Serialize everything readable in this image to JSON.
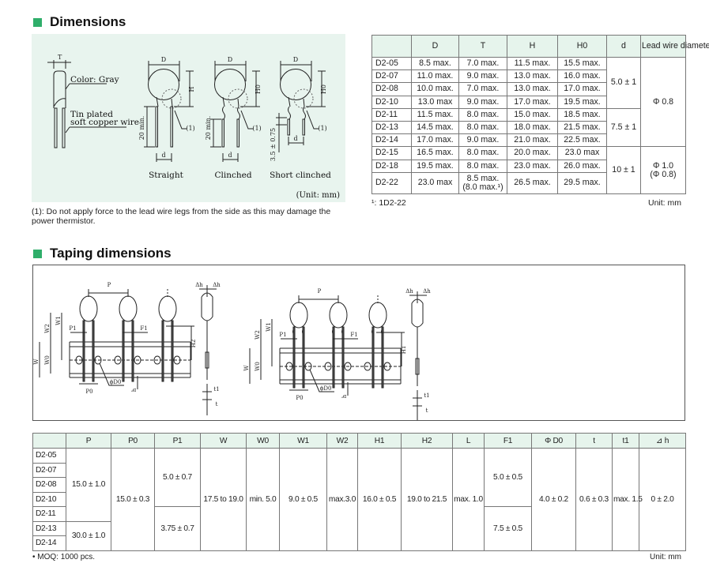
{
  "dimensions": {
    "title": "Dimensions",
    "diagram": {
      "labels": {
        "T": "T",
        "D": "D",
        "H": "H",
        "H0": "H0",
        "d": "d",
        "twenty_min": "20 min.",
        "short_len": "3.5 ± 0.75",
        "note_ref": "(1)"
      },
      "color_label": "Color: Gray",
      "wire_label_1": "Tin plated",
      "wire_label_2": "soft copper wire",
      "variants": [
        "Straight",
        "Clinched",
        "Short clinched"
      ],
      "unit": "(Unit: mm)"
    },
    "note": "(1): Do not apply force to the lead wire legs from the side as this may damage the power thermistor.",
    "table": {
      "headers": [
        "",
        "D",
        "T",
        "H",
        "H0",
        "d",
        "Lead wire diameter"
      ],
      "rows": [
        {
          "model": "D2-05",
          "D": "8.5 max.",
          "T": "7.0 max.",
          "H": "11.5 max.",
          "H0": "15.5 max."
        },
        {
          "model": "D2-07",
          "D": "11.0 max.",
          "T": "9.0 max.",
          "H": "13.0 max.",
          "H0": "16.0 max."
        },
        {
          "model": "D2-08",
          "D": "10.0 max.",
          "T": "7.0 max.",
          "H": "13.0 max.",
          "H0": "17.0 max."
        },
        {
          "model": "D2-10",
          "D": "13.0 max",
          "T": "9.0 max.",
          "H": "17.0 max.",
          "H0": "19.5 max."
        },
        {
          "model": "D2-11",
          "D": "11.5 max.",
          "T": "8.0 max.",
          "H": "15.0 max.",
          "H0": "18.5 max."
        },
        {
          "model": "D2-13",
          "D": "14.5 max.",
          "T": "8.0 max.",
          "H": "18.0 max.",
          "H0": "21.5 max."
        },
        {
          "model": "D2-14",
          "D": "17.0 max.",
          "T": "9.0 max.",
          "H": "21.0 max.",
          "H0": "22.5 max."
        },
        {
          "model": "D2-15",
          "D": "16.5 max.",
          "T": "8.0 max.",
          "H": "20.0 max.",
          "H0": "23.0 max"
        },
        {
          "model": "D2-18",
          "D": "19.5 max.",
          "T": "8.0 max.",
          "H": "23.0 max.",
          "H0": "26.0 max."
        },
        {
          "model": "D2-22",
          "D": "23.0 max",
          "T": "8.5 max.",
          "T_alt": "(8.0 max.¹)",
          "H": "26.5 max.",
          "H0": "29.5 max."
        }
      ],
      "d_groups": [
        "5.0 ± 1",
        "7.5 ± 1",
        "10 ± 1"
      ],
      "lead_groups": [
        [
          "Φ 0.8"
        ],
        [
          "Φ 1.0",
          "(Φ 0.8)"
        ]
      ],
      "footnote": "¹: 1D2-22",
      "unit": "Unit: mm"
    }
  },
  "taping": {
    "title": "Taping dimensions",
    "diagram": {
      "labels": {
        "P": "P",
        "P0": "P0",
        "P1": "P1",
        "F1": "F1",
        "W": "W",
        "W0": "W0",
        "W1": "W1",
        "W2": "W2",
        "D0": "ϕD0",
        "h": "h",
        "dh": "Δh",
        "t": "t",
        "t1": "t1"
      },
      "height_labels": [
        "H2",
        "H1"
      ]
    },
    "table": {
      "headers": [
        "",
        "P",
        "P0",
        "P1",
        "W",
        "W0",
        "W1",
        "W2",
        "H1",
        "H2",
        "L",
        "F1",
        "Φ D0",
        "t",
        "t1",
        "⊿ h"
      ],
      "models": [
        "D2-05",
        "D2-07",
        "D2-08",
        "D2-10",
        "D2-11",
        "D2-13",
        "D2-14"
      ],
      "P": [
        "15.0 ± 1.0",
        "30.0 ± 1.0"
      ],
      "P0": "15.0 ± 0.3",
      "P1": [
        "5.0 ± 0.7",
        "3.75 ± 0.7"
      ],
      "W": "17.5 to 19.0",
      "W0": "min. 5.0",
      "W1": "9.0 ± 0.5",
      "W2": "max.3.0",
      "H1": "16.0 ± 0.5",
      "H2": "19.0 to 21.5",
      "L": "max. 1.0",
      "F1": [
        "5.0 ± 0.5",
        "7.5 ± 0.5"
      ],
      "D0": "4.0 ± 0.2",
      "t": "0.6 ± 0.3",
      "t1": "max. 1.5",
      "dh": "0 ± 2.0"
    },
    "moq": "• MOQ: 1000 pcs.",
    "unit": "Unit: mm"
  }
}
